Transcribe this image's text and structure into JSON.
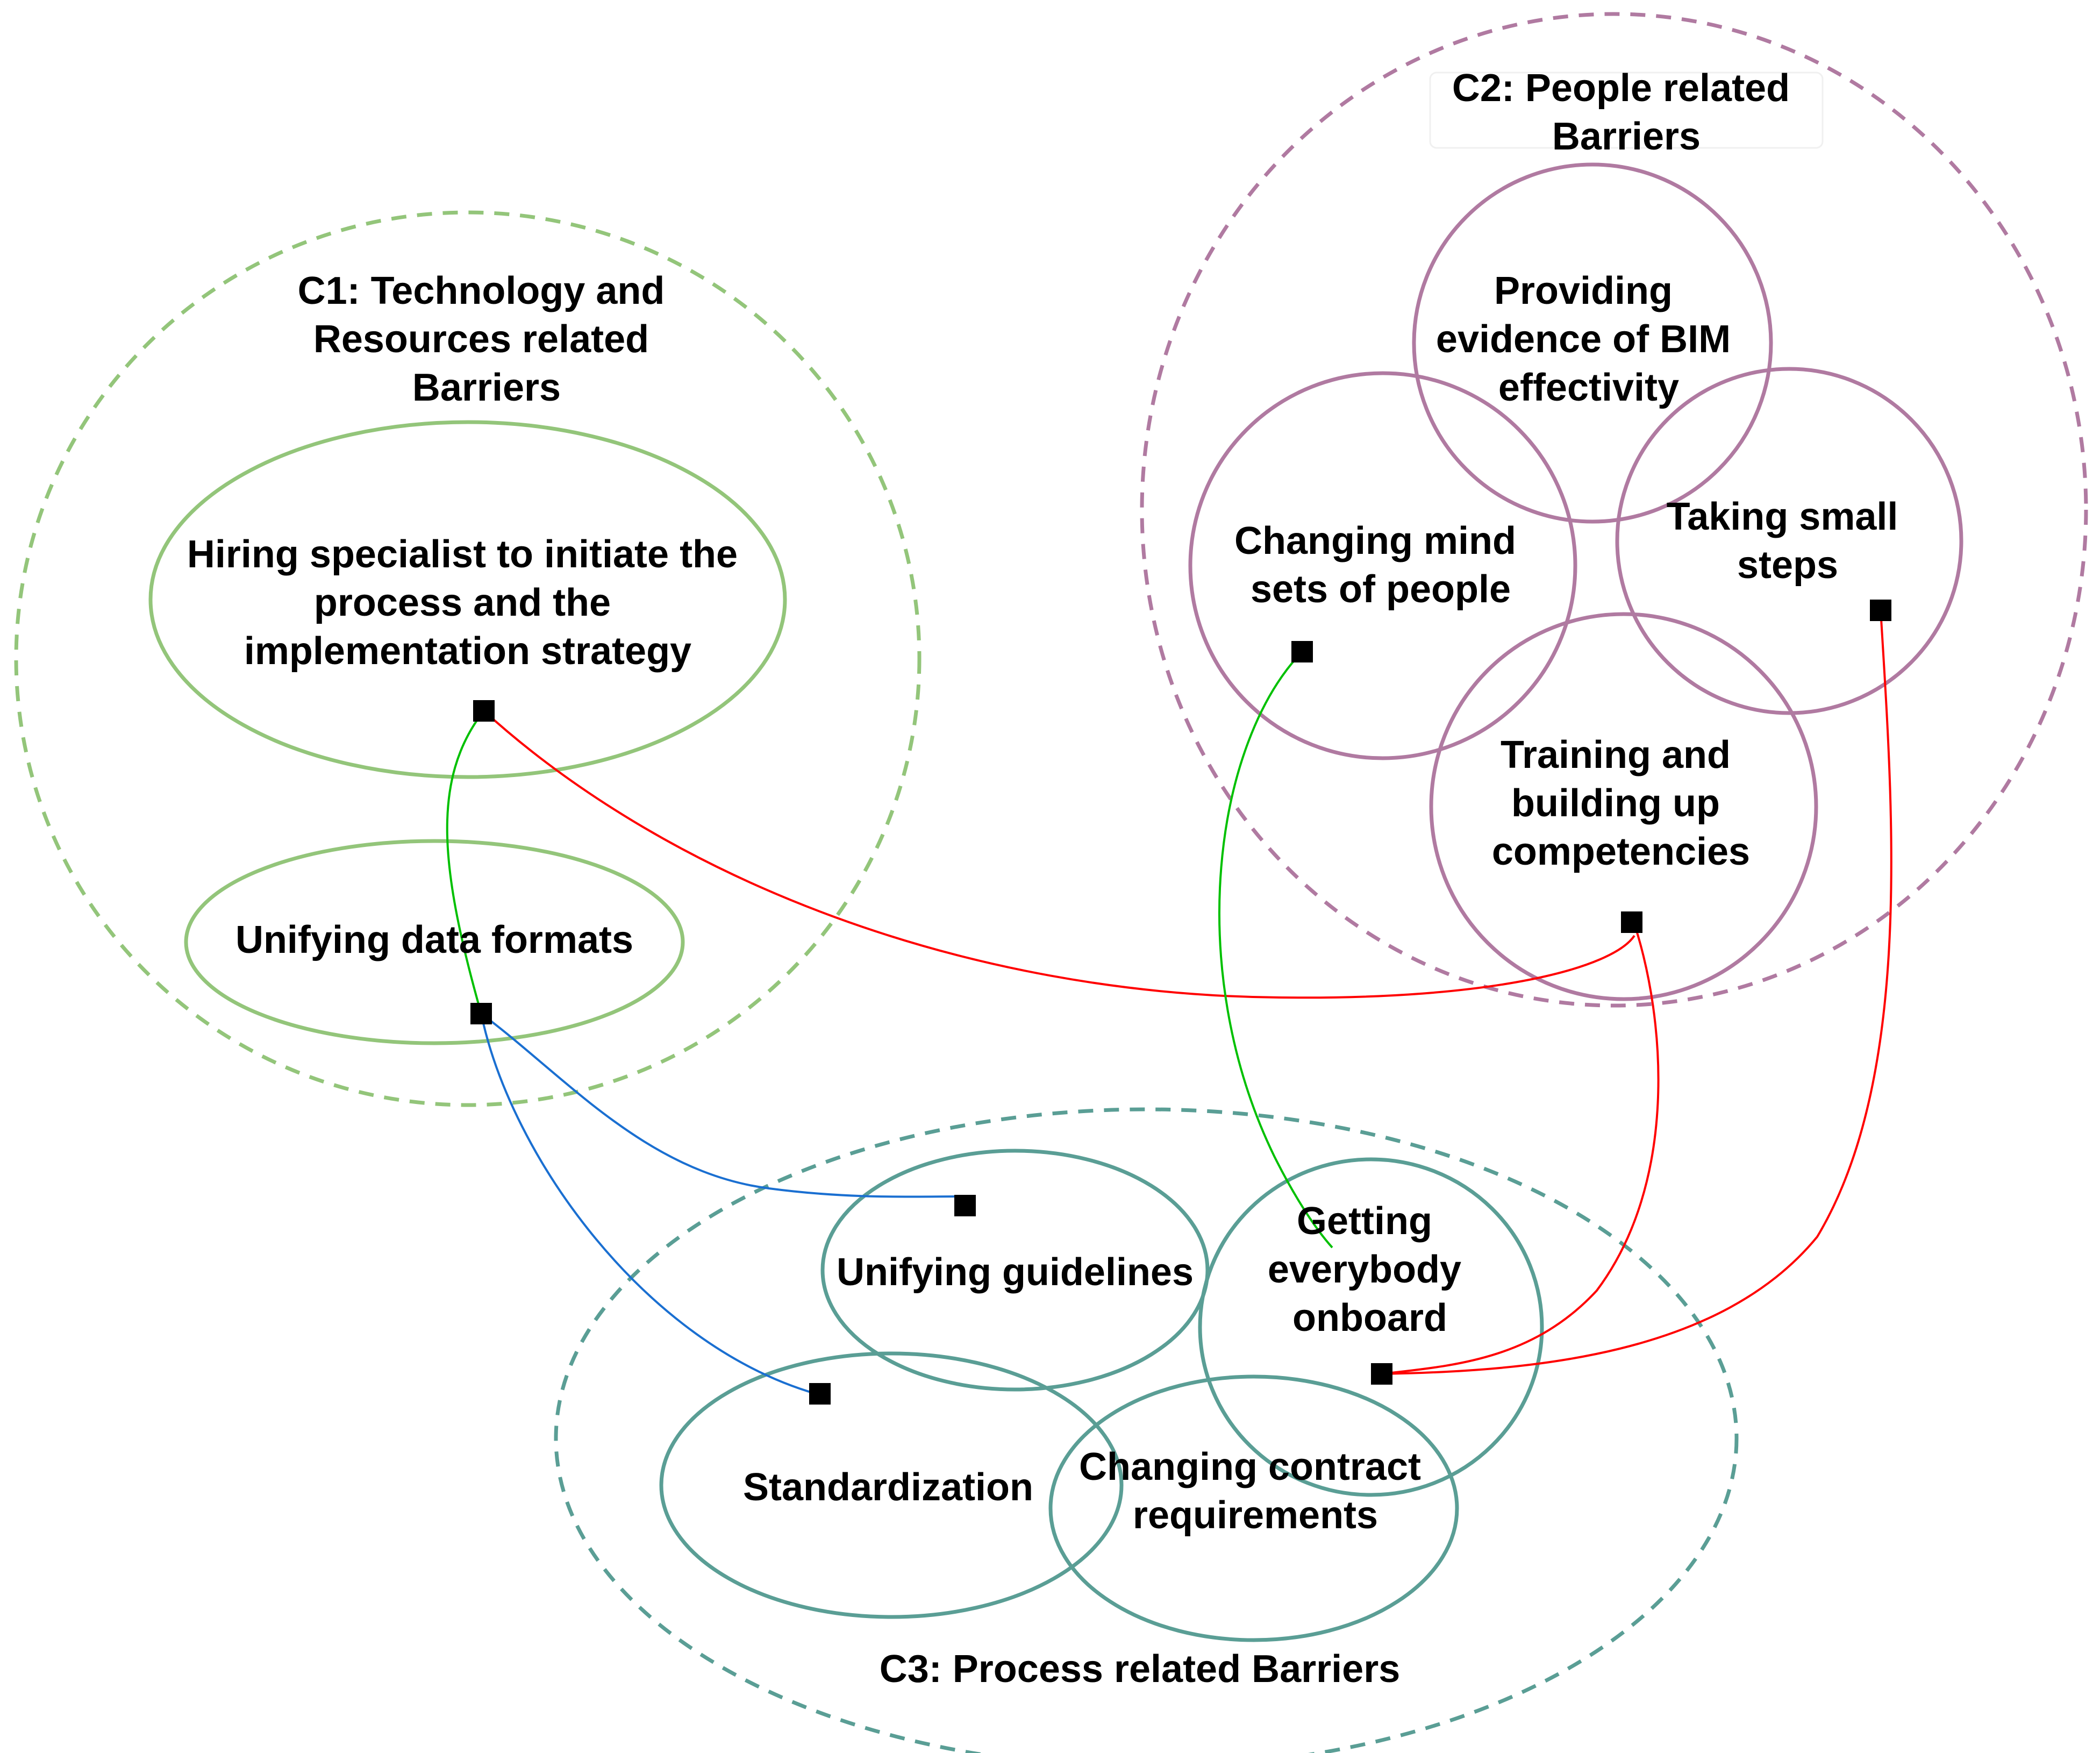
{
  "colors": {
    "c1_green": "#93c57a",
    "c2_purple": "#b07aa1",
    "c3_teal": "#5a9e95",
    "link_green": "#00c000",
    "link_red": "#ff0000",
    "link_blue": "#1a6fd1",
    "marker": "#000000"
  },
  "clusters": {
    "c1": {
      "line1": "C1: Technology and",
      "line2": "Resources related",
      "line3": "Barriers"
    },
    "c2": {
      "line1": "C2: People related",
      "line2": "Barriers"
    },
    "c3": {
      "line1": "C3: Process related Barriers"
    }
  },
  "nodes": {
    "hiring": {
      "line1": "Hiring specialist to initiate the",
      "line2": "process and the",
      "line3": "implementation strategy"
    },
    "unifying_data": {
      "line1": "Unifying data formats"
    },
    "evidence": {
      "line1": "Providing",
      "line2": "evidence of BIM",
      "line3": "effectivity"
    },
    "mindsets": {
      "line1": "Changing mind",
      "line2": "sets of people"
    },
    "small_steps": {
      "line1": "Taking small",
      "line2": "steps"
    },
    "training": {
      "line1": "Training and",
      "line2": "building up",
      "line3": "competencies"
    },
    "guidelines": {
      "line1": "Unifying guidelines"
    },
    "onboard": {
      "line1": "Getting",
      "line2": "everybody",
      "line3": "onboard"
    },
    "standardization": {
      "line1": "Standardization"
    },
    "contract": {
      "line1": "Changing contract",
      "line2": "requirements"
    }
  },
  "connections": [
    {
      "from": "Hiring specialist to initiate the process and the implementation strategy",
      "to": "Unifying data formats",
      "color": "green"
    },
    {
      "from": "Hiring specialist to initiate the process and the implementation strategy",
      "to": "Training and building up competencies",
      "color": "red"
    },
    {
      "from": "Unifying data formats",
      "to": "Unifying guidelines",
      "color": "blue"
    },
    {
      "from": "Unifying data formats",
      "to": "Standardization",
      "color": "blue"
    },
    {
      "from": "Changing mind sets of people",
      "to": "Getting everybody onboard",
      "color": "green"
    },
    {
      "from": "Training and building up competencies",
      "to": "Getting everybody onboard",
      "color": "red"
    },
    {
      "from": "Taking small steps",
      "to": "Getting everybody onboard",
      "color": "red"
    }
  ]
}
